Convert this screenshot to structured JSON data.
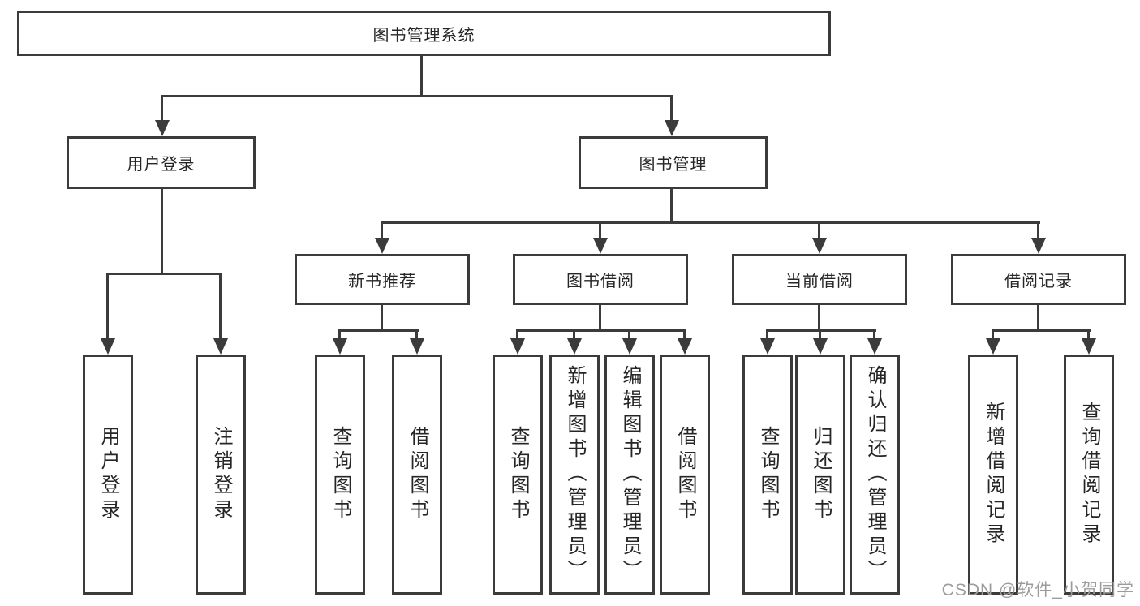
{
  "diagram_title": "图书管理系统",
  "tree": {
    "root": {
      "label": "图书管理系统"
    },
    "branches": [
      {
        "label": "用户登录",
        "children": [
          {
            "label": "用户登录"
          },
          {
            "label": "注销登录"
          }
        ]
      },
      {
        "label": "图书管理",
        "children": [
          {
            "label": "新书推荐",
            "children": [
              {
                "label": "查询图书"
              },
              {
                "label": "借阅图书"
              }
            ]
          },
          {
            "label": "图书借阅",
            "children": [
              {
                "label": "查询图书"
              },
              {
                "label": "新增图书（管理员）"
              },
              {
                "label": "编辑图书（管理员）"
              },
              {
                "label": "借阅图书"
              }
            ]
          },
          {
            "label": "当前借阅",
            "children": [
              {
                "label": "查询图书"
              },
              {
                "label": "归还图书"
              },
              {
                "label": "确认归还（管理员）"
              }
            ]
          },
          {
            "label": "借阅记录",
            "children": [
              {
                "label": "新增借阅记录"
              },
              {
                "label": "查询借阅记录"
              }
            ]
          }
        ]
      }
    ]
  },
  "watermark": "CSDN @软件_小贺同学",
  "colors": {
    "line": "#3b3b3b",
    "text": "#262626",
    "background": "#ffffff",
    "watermark": "#9c9c9c"
  }
}
